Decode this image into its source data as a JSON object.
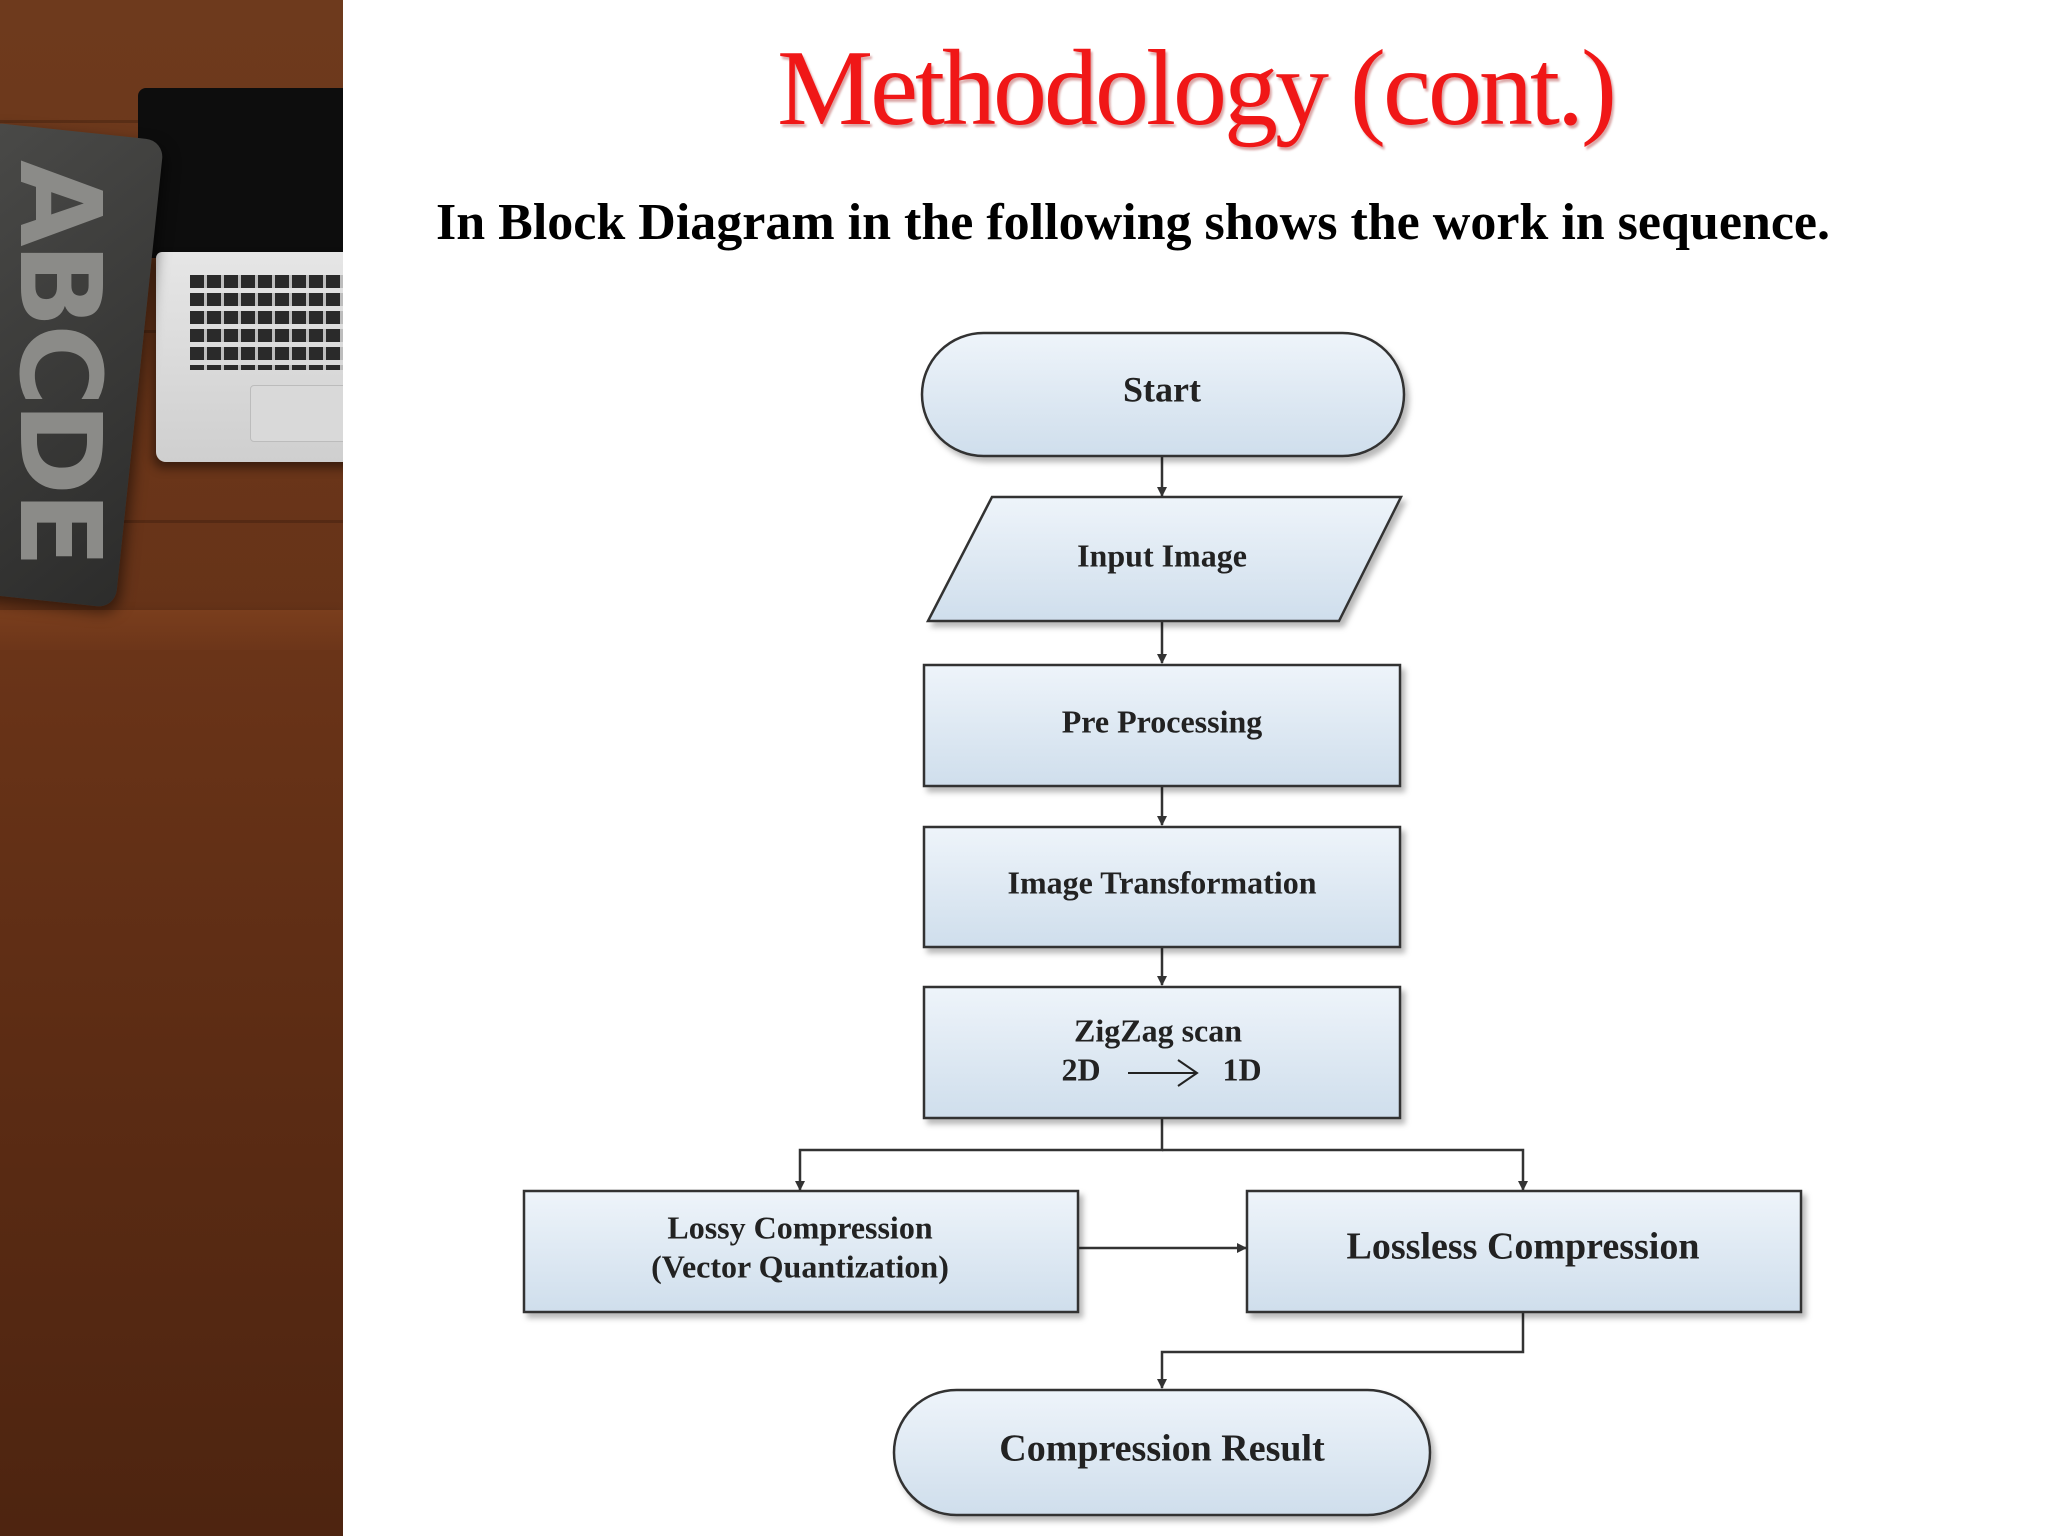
{
  "slide": {
    "title": "Methodology (cont.)",
    "subtitle": "In Block Diagram in the following shows the work in sequence.",
    "side_photo_text": "ABCDE"
  },
  "diagram": {
    "nodes": [
      {
        "id": "start",
        "shape": "terminator",
        "label": "Start"
      },
      {
        "id": "input-image",
        "shape": "parallelogram",
        "label": "Input Image"
      },
      {
        "id": "pre-processing",
        "shape": "process",
        "label": "Pre Processing"
      },
      {
        "id": "image-transformation",
        "shape": "process",
        "label": "Image Transformation"
      },
      {
        "id": "zigzag-scan",
        "shape": "process",
        "label": "ZigZag scan",
        "from_label": "2D",
        "to_label": "1D"
      },
      {
        "id": "lossy-compression",
        "shape": "process",
        "label": "Lossy Compression",
        "label_line2": "(Vector Quantization)"
      },
      {
        "id": "lossless-compression",
        "shape": "process",
        "label": "Lossless Compression"
      },
      {
        "id": "compression-result",
        "shape": "terminator",
        "label": "Compression Result"
      }
    ],
    "edges": [
      [
        "start",
        "input-image"
      ],
      [
        "input-image",
        "pre-processing"
      ],
      [
        "pre-processing",
        "image-transformation"
      ],
      [
        "image-transformation",
        "zigzag-scan"
      ],
      [
        "zigzag-scan",
        "lossy-compression"
      ],
      [
        "zigzag-scan",
        "lossless-compression"
      ],
      [
        "lossy-compression",
        "lossless-compression"
      ],
      [
        "lossless-compression",
        "compression-result"
      ]
    ],
    "colors": {
      "node_fill_top": "#eef4fa",
      "node_fill_bottom": "#cfdeec",
      "node_stroke": "#333333",
      "edge": "#333333",
      "title": "#f01717"
    }
  }
}
